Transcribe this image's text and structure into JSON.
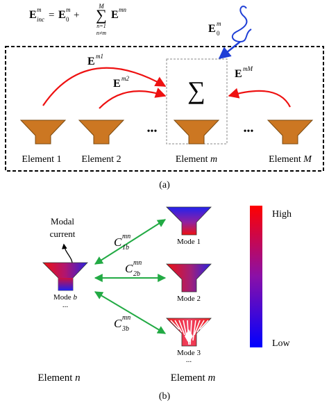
{
  "panel_a": {
    "equation": {
      "lhs": "E",
      "lhs_sup": "m",
      "lhs_sub": "inc",
      "eq": "=",
      "term0": "E",
      "term0_sup": "m",
      "term0_sub": "0",
      "plus": "+",
      "sum_symbol": "∑",
      "sum_upper": "M",
      "sum_lower1": "n=1",
      "sum_lower2": "n≠m",
      "term1": "E",
      "term1_sup": "mn"
    },
    "incident": {
      "base": "E",
      "sup": "m",
      "sub": "0"
    },
    "sum_box_symbol": "∑",
    "arrows": [
      {
        "base": "E",
        "sup": "m1"
      },
      {
        "base": "E",
        "sup": "m2"
      },
      {
        "base": "E",
        "sup": "mM"
      }
    ],
    "ellipsis_left": "•••",
    "ellipsis_right": "•••",
    "elements": [
      {
        "label": "Element 1"
      },
      {
        "label": "Element 2"
      },
      {
        "prefix": "Element ",
        "var": "m"
      },
      {
        "prefix": "Element ",
        "var": "M"
      }
    ],
    "caption": "(a)"
  },
  "panel_b": {
    "modal_current_line1": "Modal",
    "modal_current_line2": "current",
    "source_mode": {
      "prefix": "Mode ",
      "var": "b"
    },
    "source_dots": "...",
    "coefficients": [
      {
        "base": "C",
        "sup": "mn",
        "sub": "1b"
      },
      {
        "base": "C",
        "sup": "mn",
        "sub": "2b"
      },
      {
        "base": "C",
        "sup": "mn",
        "sub": "3b"
      }
    ],
    "target_modes": [
      "Mode 1",
      "Mode 2",
      "Mode 3"
    ],
    "target_dots": "...",
    "colorbar": {
      "high": "High",
      "low": "Low",
      "high_color": "#ff0000",
      "low_color": "#0000ff"
    },
    "element_n": {
      "prefix": "Element ",
      "var": "n"
    },
    "element_m": {
      "prefix": "Element ",
      "var": "m"
    },
    "caption": "(b)"
  },
  "colors": {
    "horn_fill": "#cc7722",
    "arrow_red": "#ee1111",
    "arrow_blue": "#1f3fd6",
    "arrow_green": "#22aa44"
  }
}
